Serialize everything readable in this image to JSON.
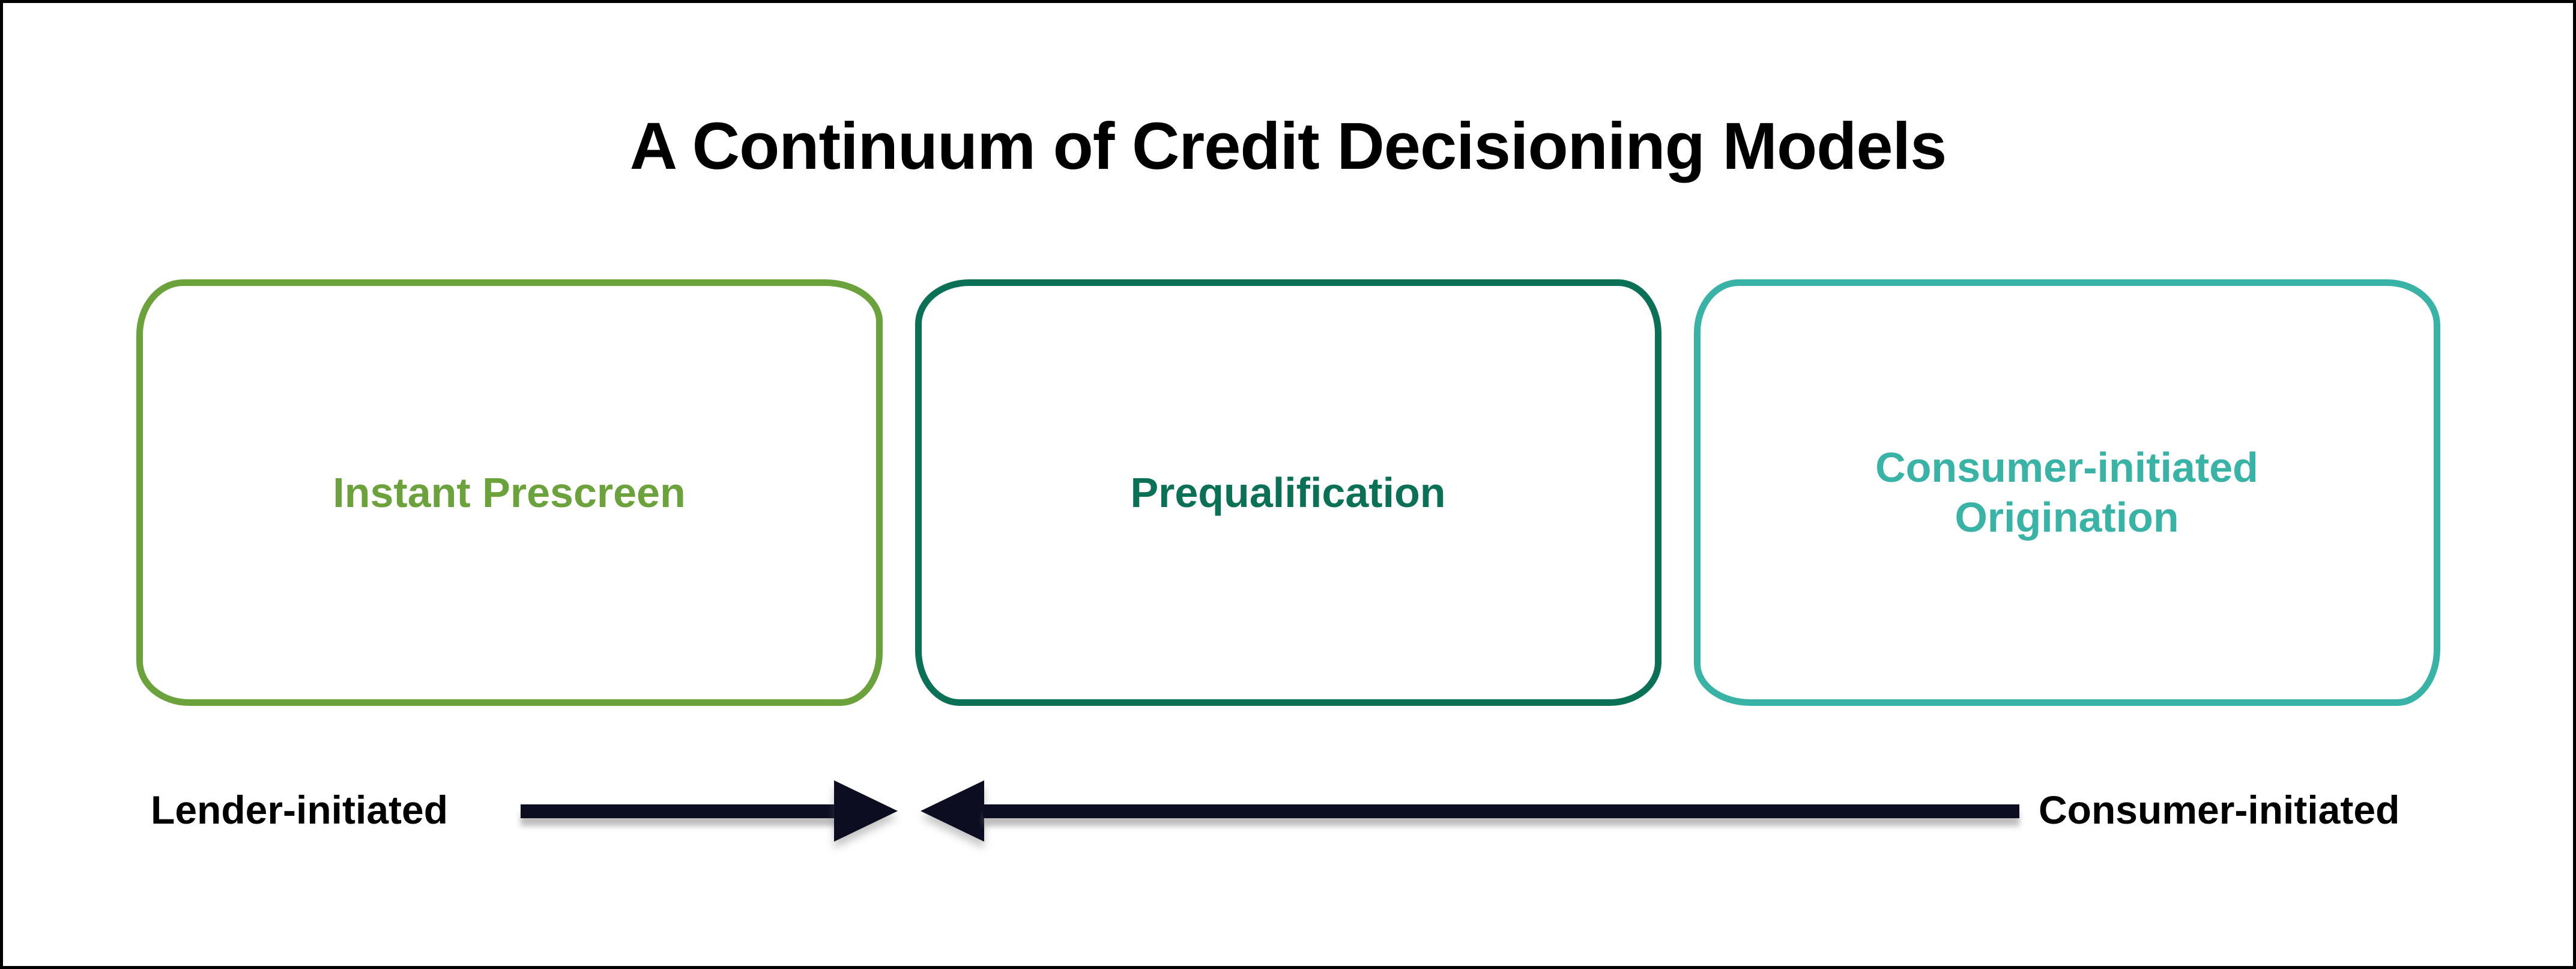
{
  "frame": {
    "background": "#FFFFFF",
    "border_color": "#000000"
  },
  "title": {
    "text": "A Continuum of Credit Decisioning Models",
    "color": "#000000"
  },
  "boxes": [
    {
      "label": "Instant Prescreen",
      "color": "#6CA23C"
    },
    {
      "label": "Prequalification",
      "color": "#0B7156"
    },
    {
      "label": "Consumer-initiated Origination",
      "color": "#3AB3A7"
    }
  ],
  "continuum": {
    "left_label": "Lender-initiated",
    "right_label": "Consumer-initiated",
    "arrow_color": "#0D0D22",
    "label_color": "#000000"
  }
}
